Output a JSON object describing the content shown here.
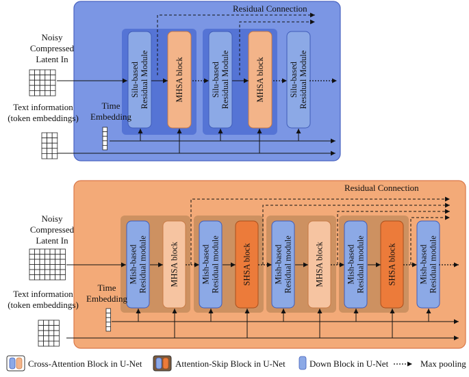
{
  "colors": {
    "top_panel": "#7b96e4",
    "top_panel_border": "#4a63c0",
    "bottom_panel": "#f3aa78",
    "bottom_panel_border": "#d9784a",
    "group_top": "#4f6ed2",
    "group_bottom": "#c98e5e",
    "blue_block": "#8ca9e6",
    "blue_block_border": "#3f5cb8",
    "orange_block": "#f3b489",
    "orange_light_block": "#f6c4a1",
    "dark_orange_block": "#ec7b3a",
    "grid_input": "#ffffff"
  },
  "top": {
    "residual_label": "Residual Connection",
    "noisy_input_label": [
      "Noisy",
      "Compressed",
      "Latent In"
    ],
    "text_info_label": [
      "Text information",
      "(token embeddings)"
    ],
    "time_embedding_label": [
      "Time",
      "Embedding"
    ],
    "blocks": [
      {
        "lines": [
          "Silu-based",
          "Residual Module"
        ],
        "kind": "blue"
      },
      {
        "lines": [
          "MHSA block"
        ],
        "kind": "orange"
      },
      {
        "lines": [
          "Silu-based",
          "Residual Module"
        ],
        "kind": "blue"
      },
      {
        "lines": [
          "MHSA block"
        ],
        "kind": "orange"
      },
      {
        "lines": [
          "Silu-based",
          "Residual Module"
        ],
        "kind": "blue"
      }
    ]
  },
  "bottom": {
    "residual_label": "Residual Connection",
    "noisy_input_label": [
      "Noisy",
      "Compressed",
      "Latent In"
    ],
    "text_info_label": [
      "Text information",
      "(token embeddings)"
    ],
    "time_embedding_label": [
      "Time",
      "Embedding"
    ],
    "blocks": [
      {
        "lines": [
          "Mish-based",
          "Residual module"
        ],
        "kind": "blue"
      },
      {
        "lines": [
          "MHSA block"
        ],
        "kind": "orange"
      },
      {
        "lines": [
          "Mish-based",
          "Residual module"
        ],
        "kind": "blue"
      },
      {
        "lines": [
          "SHSA block"
        ],
        "kind": "dark"
      },
      {
        "lines": [
          "Mish-based",
          "Residual module"
        ],
        "kind": "blue"
      },
      {
        "lines": [
          "MHSA block"
        ],
        "kind": "orange"
      },
      {
        "lines": [
          "Mish-based",
          "Residual module"
        ],
        "kind": "blue"
      },
      {
        "lines": [
          "SHSA block"
        ],
        "kind": "dark"
      },
      {
        "lines": [
          "Mish-based",
          "Residual module"
        ],
        "kind": "blue"
      }
    ]
  },
  "legend": {
    "cross_attention": "Cross-Attention Block in U-Net",
    "attention_skip": "Attention-Skip Block in U-Net",
    "down_block": "Down Block in U-Net",
    "max_pooling": "Max pooling"
  }
}
